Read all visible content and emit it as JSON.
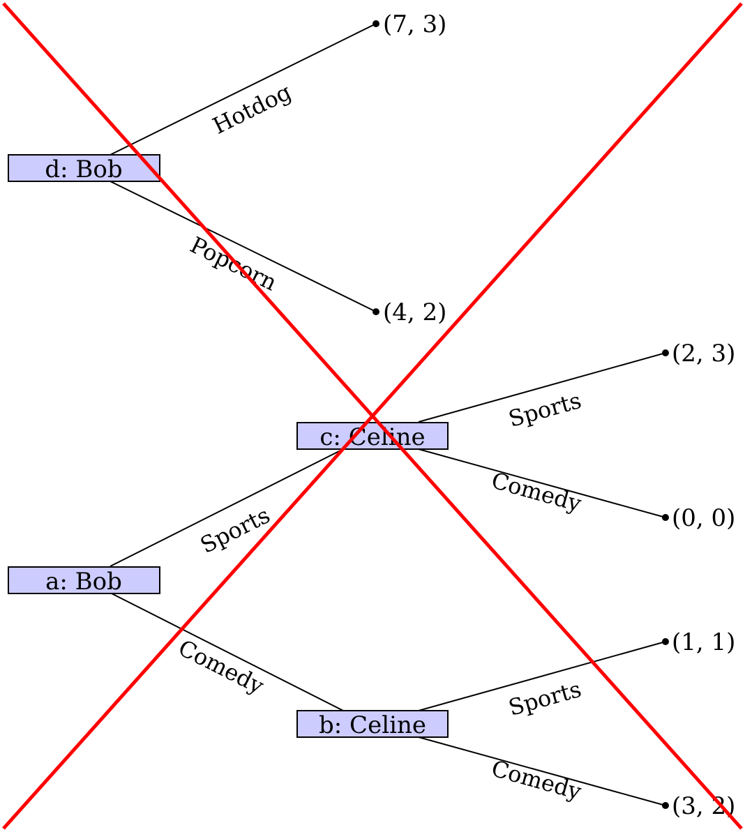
{
  "nodes": {
    "d": {
      "label": "d:  Bob"
    },
    "c": {
      "label": "c:  Celine"
    },
    "a": {
      "label": "a:  Bob"
    },
    "b": {
      "label": "b:  Celine"
    }
  },
  "edges": {
    "d_hotdog": "Hotdog",
    "d_popcorn": "Popcorn",
    "c_sports": "Sports",
    "c_comedy": "Comedy",
    "a_sports": "Sports",
    "a_comedy": "Comedy",
    "b_sports": "Sports",
    "b_comedy": "Comedy"
  },
  "payoffs": {
    "d_hotdog": "(7, 3)",
    "d_popcorn": "(4, 2)",
    "c_sports": "(2, 3)",
    "c_comedy": "(0, 0)",
    "b_sports": "(1, 1)",
    "b_comedy": "(3, 2)"
  },
  "colors": {
    "node_fill": "#ccccff",
    "cross": "#ff0000"
  }
}
